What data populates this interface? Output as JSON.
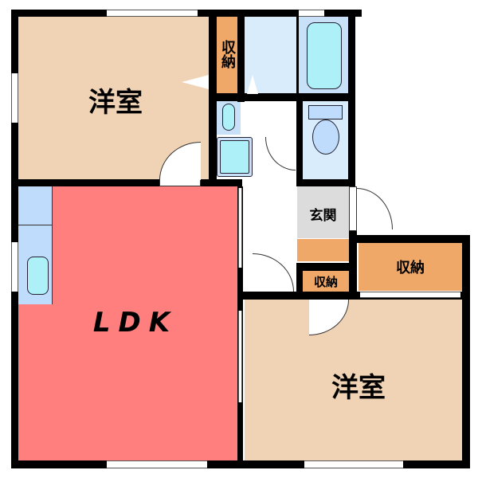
{
  "floorplan": {
    "rooms": {
      "western_room_north": {
        "label": "洋室",
        "color": "#f0d2b4"
      },
      "storage_north": {
        "label": "収納",
        "color": "#f0a868"
      },
      "ldk": {
        "label": "LDK",
        "color": "#ff7f7f"
      },
      "entrance": {
        "label": "玄関",
        "color": "#dcdcdc"
      },
      "storage_small": {
        "label": "収納",
        "color": "#f0a868"
      },
      "storage_east": {
        "label": "収納",
        "color": "#f0a868"
      },
      "western_room_south": {
        "label": "洋室",
        "color": "#f0d2b4"
      },
      "bathroom": {
        "label": "",
        "color": "#d8ecfc"
      },
      "toilet": {
        "label": "",
        "color": "#d8ecfc"
      },
      "washroom": {
        "label": "",
        "color": "#ffffff"
      }
    },
    "colors": {
      "wall": "#000000",
      "wet_area": "#d8ecfc",
      "fixture": "#aef0f8",
      "kitchen_counter": "#c0dcfc"
    }
  }
}
